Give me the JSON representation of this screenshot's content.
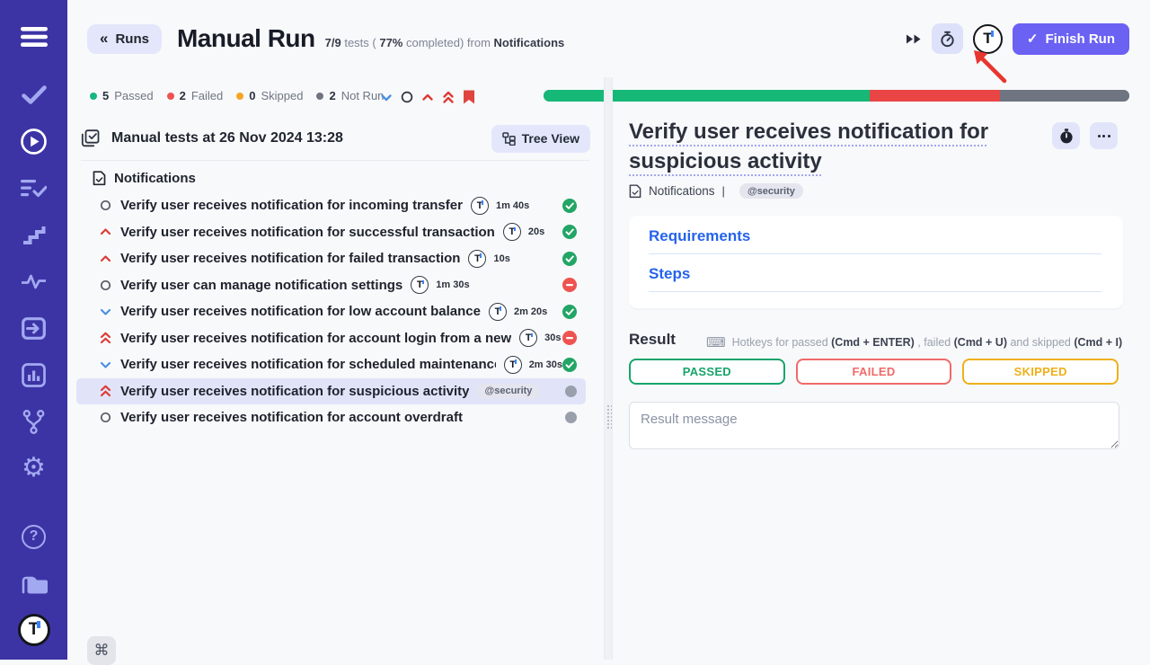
{
  "sidebar": {
    "icons": [
      "menu",
      "check",
      "play-circle",
      "list-check",
      "steps",
      "activity",
      "sign-in",
      "bar-chart",
      "git-branch",
      "settings",
      "help",
      "files",
      "testomat-logo"
    ]
  },
  "header": {
    "back_chevron": "«",
    "back_label": "Runs",
    "title": "Manual Run",
    "subtitle": {
      "count": "7/9",
      "mid1": " tests ( ",
      "percent": "77%",
      "mid2": " completed) from ",
      "source": "Notifications"
    },
    "finish_check": "✓",
    "finish_label": "Finish Run"
  },
  "status_bar": {
    "stats": [
      {
        "count": "5",
        "label": "Passed",
        "color": "#16b67f"
      },
      {
        "count": "2",
        "label": "Failed",
        "color": "#ef5350"
      },
      {
        "count": "0",
        "label": "Skipped",
        "color": "#f5a623"
      },
      {
        "count": "2",
        "label": "Not Run",
        "color": "#6e7480"
      }
    ],
    "progress": [
      {
        "color": "#16b878",
        "pct": 55.7
      },
      {
        "color": "#e94545",
        "pct": 22.2
      },
      {
        "color": "#6e7480",
        "pct": 22.1
      }
    ]
  },
  "left_panel": {
    "run_label": "Manual tests at 26 Nov 2024 13:28",
    "tree_view_label": "Tree View",
    "folder_label": "Notifications",
    "tests": [
      {
        "priority": "normal",
        "title": "Verify user receives notification for incoming transfer",
        "badge": "T",
        "duration": "1m 40s",
        "status": "passed"
      },
      {
        "priority": "high",
        "title": "Verify user receives notification for successful transaction",
        "badge": "T",
        "duration": "20s",
        "status": "passed"
      },
      {
        "priority": "high",
        "title": "Verify user receives notification for failed transaction",
        "badge": "T",
        "duration": "10s",
        "status": "passed"
      },
      {
        "priority": "normal",
        "title": "Verify user can manage notification settings",
        "badge": "T",
        "duration": "1m 30s",
        "status": "failed"
      },
      {
        "priority": "low",
        "title": "Verify user receives notification for low account balance",
        "badge": "T",
        "duration": "2m 20s",
        "status": "passed"
      },
      {
        "priority": "highest",
        "title": "Verify user receives notification for account login from a new",
        "badge": "T",
        "duration": "30s",
        "status": "failed"
      },
      {
        "priority": "low",
        "title": "Verify user receives notification for scheduled maintenance",
        "badge": "T",
        "duration": "2m 30s",
        "status": "passed"
      },
      {
        "priority": "highest",
        "title": "Verify user receives notification for suspicious activity",
        "tag": "@security",
        "status": "notrun",
        "selected": true
      },
      {
        "priority": "normal",
        "title": "Verify user receives notification for account overdraft",
        "status": "notrun"
      }
    ],
    "command_badge": "⌘"
  },
  "detail_panel": {
    "title": "Verify user receives notification for suspicious activity",
    "breadcrumb": "Notifications",
    "separator": "|",
    "tag": "@security",
    "sections": {
      "0": "Requirements",
      "1": "Steps"
    },
    "result": {
      "heading": "Result",
      "hotkeys": [
        {
          "text": "Hotkeys for passed ",
          "strong": false
        },
        {
          "text": "(Cmd + ENTER)",
          "strong": true
        },
        {
          "text": " , failed ",
          "strong": false
        },
        {
          "text": "(Cmd + U)",
          "strong": true
        },
        {
          "text": " and skipped ",
          "strong": false
        },
        {
          "text": "(Cmd + I)",
          "strong": true
        }
      ],
      "buttons": [
        {
          "label": "PASSED",
          "color": "#16a46b"
        },
        {
          "label": "FAILED",
          "color": "#f06a6a"
        },
        {
          "label": "SKIPPED",
          "color": "#efb019"
        }
      ],
      "message_placeholder": "Result message"
    }
  }
}
